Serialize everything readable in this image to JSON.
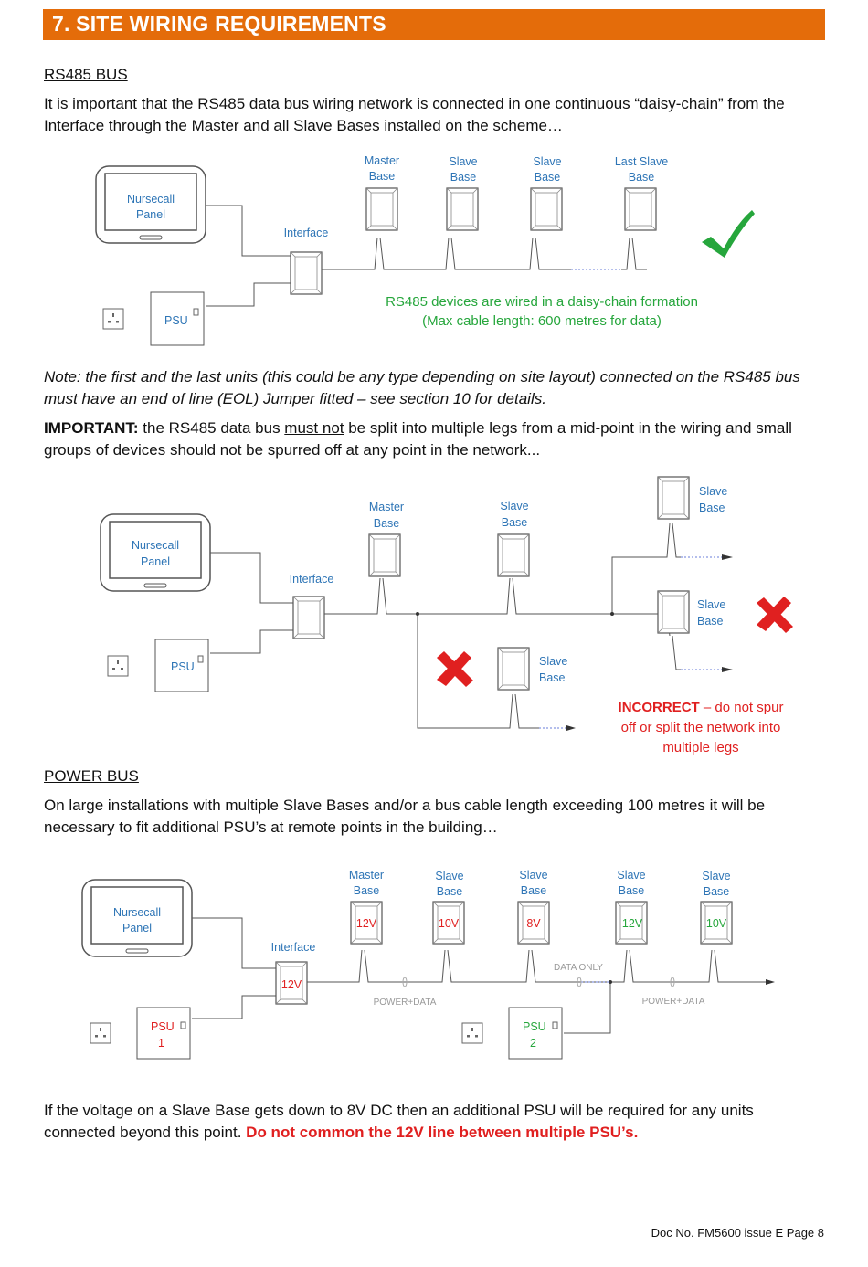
{
  "header": {
    "title": "7. SITE WIRING REQUIREMENTS"
  },
  "rs485": {
    "heading": "RS485 BUS",
    "intro": "It is important that the RS485 data bus wiring network is connected in one continuous “daisy-chain” from the Interface through the Master and all Slave Bases installed on the scheme…",
    "note": "Note: the first and the last units (this could be any type depending on site layout) connected on the RS485 bus must have an end of line (EOL) Jumper fitted – see section 10 for details.",
    "important_label": "IMPORTANT:",
    "important_a": " the RS485 data bus ",
    "important_must_not": "must not",
    "important_b": " be split into multiple legs from a mid-point in the wiring and small groups of devices should not be spurred off at any point in the network..."
  },
  "diagram1": {
    "panel_line1": "Nursecall",
    "panel_line2": "Panel",
    "psu": "PSU",
    "interface": "Interface",
    "master_line1": "Master",
    "master_line2": "Base",
    "slave1_line1": "Slave",
    "slave1_line2": "Base",
    "slave2_line1": "Slave",
    "slave2_line2": "Base",
    "last_line1": "Last Slave",
    "last_line2": "Base",
    "caption_line1": "RS485 devices are wired in a daisy-chain formation",
    "caption_line2": "(Max cable length: 600 metres for data)"
  },
  "diagram2": {
    "panel_line1": "Nursecall",
    "panel_line2": "Panel",
    "psu": "PSU",
    "interface": "Interface",
    "master_line1": "Master",
    "master_line2": "Base",
    "slave_mid_line1": "Slave",
    "slave_mid_line2": "Base",
    "slave_low_line1": "Slave",
    "slave_low_line2": "Base",
    "slave_top_line1": "Slave",
    "slave_top_line2": "Base",
    "slave_right_line1": "Slave",
    "slave_right_line2": "Base",
    "incorrect_label": "INCORRECT",
    "incorrect_rest": " – do not spur",
    "incorrect_line2": "off or split the network into",
    "incorrect_line3": "multiple legs"
  },
  "power": {
    "heading": "POWER BUS",
    "intro": "On large installations with multiple Slave Bases and/or a bus cable length exceeding 100 metres it will be necessary to fit additional PSU’s at remote points in the building…",
    "outro_a": "If the voltage on a Slave Base gets down to 8V DC then an additional PSU will be required for any units connected beyond this point. ",
    "outro_red": "Do not common the 12V line between multiple PSU’s."
  },
  "diagram3": {
    "panel_line1": "Nursecall",
    "panel_line2": "Panel",
    "interface": "Interface",
    "interface_v": "12V",
    "psu1_line1": "PSU",
    "psu1_line2": "1",
    "psu2_line1": "PSU",
    "psu2_line2": "2",
    "b1_line1": "Master",
    "b1_line2": "Base",
    "b1_v": "12V",
    "b2_line1": "Slave",
    "b2_line2": "Base",
    "b2_v": "10V",
    "b3_line1": "Slave",
    "b3_line2": "Base",
    "b3_v": "8V",
    "b4_line1": "Slave",
    "b4_line2": "Base",
    "b4_v": "12V",
    "b5_line1": "Slave",
    "b5_line2": "Base",
    "b5_v": "10V",
    "power_data_1": "POWER+DATA",
    "data_only": "DATA  ONLY",
    "power_data_2": "POWER+DATA"
  },
  "footer": {
    "doc": "Doc No. FM5600 issue E Page 8"
  },
  "colors": {
    "accent": "#e46c0a",
    "label_blue": "#2e75b6",
    "ok_green": "#26a63c",
    "error_red": "#e02020"
  }
}
